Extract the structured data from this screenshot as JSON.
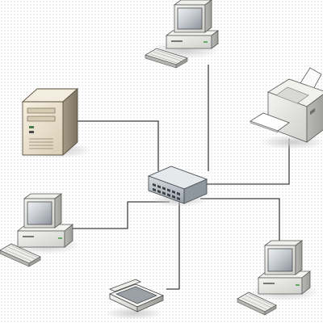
{
  "diagram": {
    "type": "network-topology",
    "hub": {
      "id": "hub",
      "kind": "network-switch",
      "icon": "network-switch-icon"
    },
    "nodes": [
      {
        "id": "pc-top",
        "kind": "desktop-computer",
        "icon": "desktop-computer-icon"
      },
      {
        "id": "server",
        "kind": "tower-server",
        "icon": "tower-server-icon"
      },
      {
        "id": "printer",
        "kind": "laser-printer",
        "icon": "printer-icon"
      },
      {
        "id": "pc-left",
        "kind": "desktop-computer",
        "icon": "desktop-computer-icon"
      },
      {
        "id": "scanner",
        "kind": "flatbed-scanner",
        "icon": "scanner-icon"
      },
      {
        "id": "pc-right",
        "kind": "desktop-computer",
        "icon": "desktop-computer-icon"
      }
    ],
    "connections": [
      {
        "from": "hub",
        "to": "pc-top"
      },
      {
        "from": "hub",
        "to": "server"
      },
      {
        "from": "hub",
        "to": "printer"
      },
      {
        "from": "hub",
        "to": "pc-left"
      },
      {
        "from": "hub",
        "to": "scanner"
      },
      {
        "from": "hub",
        "to": "pc-right"
      }
    ],
    "colors": {
      "cable": "#404040",
      "device_body": "#e2e2de",
      "device_shadow": "#d2d2d2",
      "screen": "#7a8088",
      "server_body": "#ece4d2",
      "switch_body": "#b9c0c7"
    }
  }
}
